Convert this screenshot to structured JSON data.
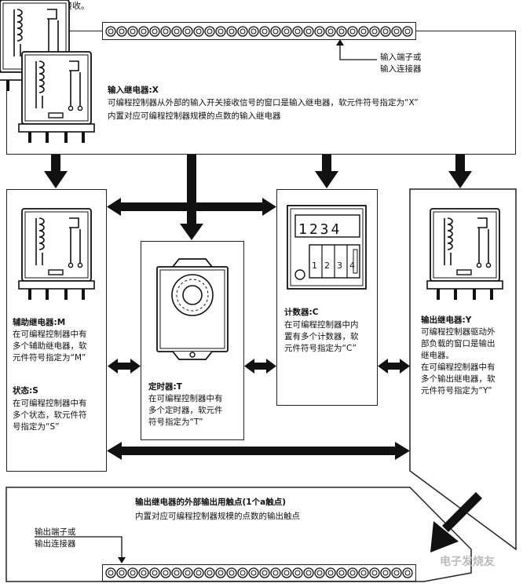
{
  "caption": "箭头表示信号的接收。",
  "input_block": {
    "title": "输入继电器:X",
    "line1": "可编程控制器从外部的输入开关接收信号的窗口是输入继电器，软元件符号指定为“X”",
    "line2": "内置对应可编程控制器规模的点数的输入继电器"
  },
  "input_terminal_label": [
    "输入端子或",
    "输入连接器"
  ],
  "aux_block": {
    "title": "辅助继电器:M",
    "lines": [
      "在可编程控制器中有",
      "多个辅助继电器，软",
      "元件符号指定为“M”"
    ],
    "state_title": "状态:S",
    "state_lines": [
      "在可编程控制器中有",
      "多个状态，软元件符",
      "号指定为“S”"
    ]
  },
  "timer_block": {
    "title": "定时器:T",
    "lines": [
      "在可编程控制器中有",
      "多个定时器，软元件",
      "符号指定为“T”"
    ]
  },
  "counter_block": {
    "title": "计数器:C",
    "lines": [
      "在可编程控制器中内",
      "置有多个计数器，软",
      "元件符号指定为“C”"
    ],
    "display": "1234",
    "digits": [
      "1",
      "2",
      "3",
      "4"
    ]
  },
  "output_block": {
    "title": "输出继电器:Y",
    "lines": [
      "可编程控制器驱动外",
      "部负载的窗口是输出",
      "继电器。",
      "在可编程控制器中有",
      "多个输出继电器，软",
      "元件符号指定为“Y”"
    ]
  },
  "output_contact": {
    "title": "输出继电器的外部输出用触点(1个a触点)",
    "line": "内置对应可编程控制器规模的点数的输出触点"
  },
  "output_terminal_label": [
    "输出端子或",
    "输出连接器"
  ],
  "watermark": "电子发烧友",
  "colors": {
    "line": "#222222",
    "arrow": "#111111"
  }
}
